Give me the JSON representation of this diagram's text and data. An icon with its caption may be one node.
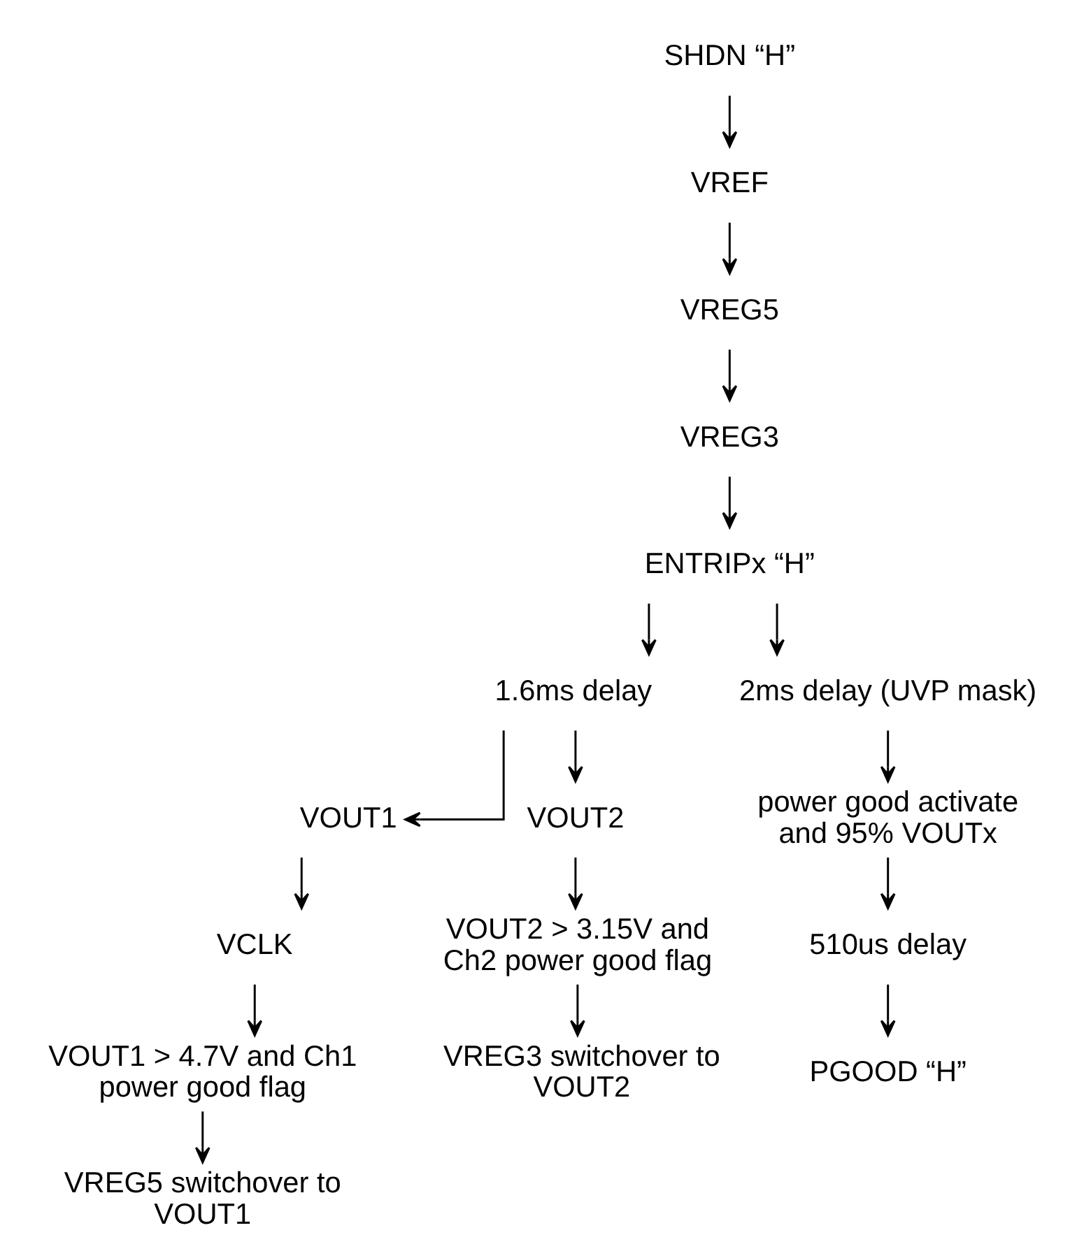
{
  "diagram": {
    "nodes": [
      {
        "text": [
          "SHDN “H”"
        ]
      },
      {
        "text": [
          "VREF"
        ]
      },
      {
        "text": [
          "VREG5"
        ]
      },
      {
        "text": [
          "VREG3"
        ]
      },
      {
        "text": [
          "ENTRIPx “H”"
        ]
      },
      {
        "text": [
          "1.6ms delay"
        ]
      },
      {
        "text": [
          "2ms delay (UVP mask)"
        ]
      },
      {
        "text": [
          "VOUT1"
        ]
      },
      {
        "text": [
          "VOUT2"
        ]
      },
      {
        "text": [
          "power good activate and 95% VOUTx"
        ]
      },
      {
        "text": [
          "VCLK"
        ]
      },
      {
        "text": [
          "VOUT2 > 3.15V and Ch2 power good flag"
        ]
      },
      {
        "text": [
          "510us delay"
        ]
      },
      {
        "text": [
          "VOUT1 > 4.7V and Ch1 power good flag"
        ]
      },
      {
        "text": [
          "VREG3 switchover to VOUT2"
        ]
      },
      {
        "text": [
          "PGOOD “H”"
        ]
      },
      {
        "text": [
          "VREG5 switchover to VOUT1"
        ]
      }
    ],
    "edges": [
      {
        "from": 0,
        "to": 1,
        "arrow": "to"
      },
      {
        "from": 1,
        "to": 2,
        "arrow": "to"
      },
      {
        "from": 2,
        "to": 3,
        "arrow": "to"
      },
      {
        "from": 3,
        "to": 4,
        "arrow": "to"
      },
      {
        "from": 4,
        "to": 5,
        "arrow": "to"
      },
      {
        "from": 4,
        "to": 6,
        "arrow": "to"
      },
      {
        "from": 5,
        "to": 7,
        "arrow": "to"
      },
      {
        "from": 5,
        "to": 8,
        "arrow": "to"
      },
      {
        "from": 7,
        "to": 10,
        "arrow": "to"
      },
      {
        "from": 10,
        "to": 13,
        "arrow": "to"
      },
      {
        "from": 13,
        "to": 16,
        "arrow": "to"
      },
      {
        "from": 8,
        "to": 11,
        "arrow": "to"
      },
      {
        "from": 11,
        "to": 14,
        "arrow": "to"
      },
      {
        "from": 6,
        "to": 9,
        "arrow": "to"
      },
      {
        "from": 9,
        "to": 12,
        "arrow": "to"
      },
      {
        "from": 12,
        "to": 15,
        "arrow": "to"
      }
    ]
  }
}
